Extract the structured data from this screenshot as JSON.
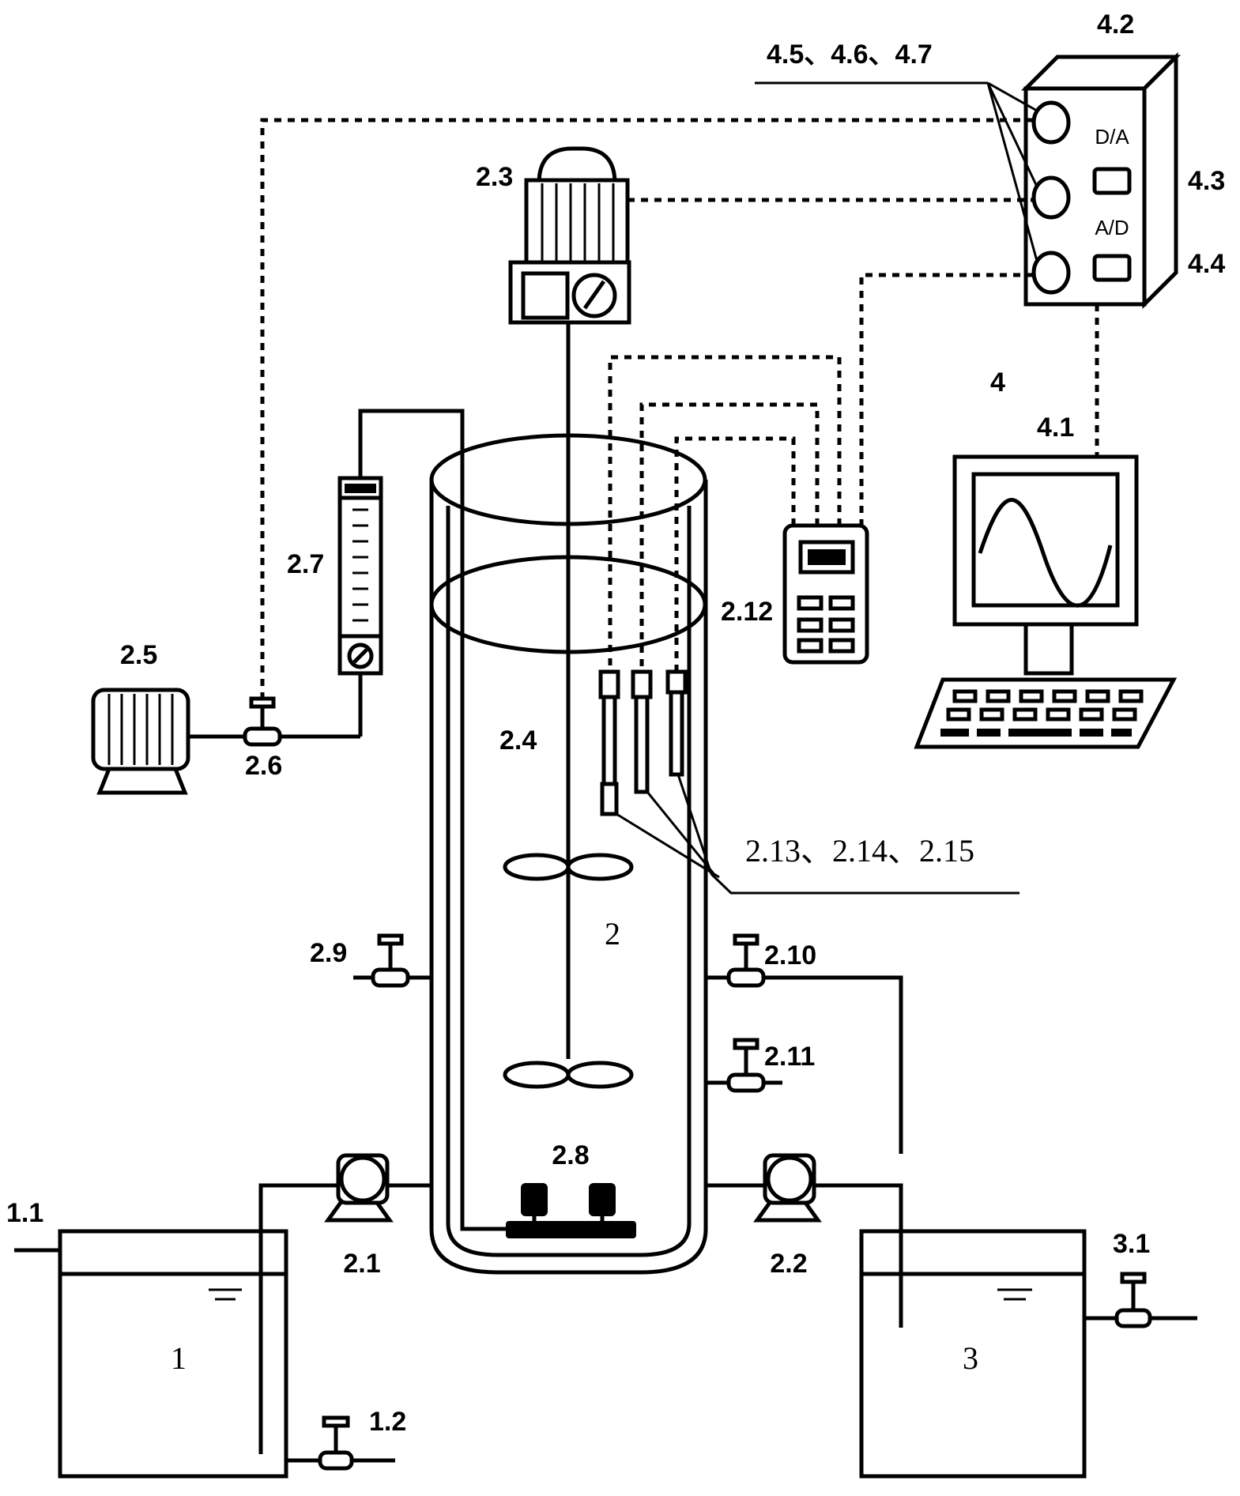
{
  "labels": {
    "tank1": "1",
    "inlet_1_1": "1.1",
    "valve_1_2": "1.2",
    "reactor": "2",
    "pump_2_1": "2.1",
    "pump_2_2": "2.2",
    "motor_2_3": "2.3",
    "mixer_2_4": "2.4",
    "air_pump_2_5": "2.5",
    "valve_2_6": "2.6",
    "flowmeter_2_7": "2.7",
    "diffuser_2_8": "2.8",
    "valve_2_9": "2.9",
    "valve_2_10": "2.10",
    "valve_2_11": "2.11",
    "meter_2_12": "2.12",
    "probes": "2.13、2.14、2.15",
    "tank3": "3",
    "valve_3_1": "3.1",
    "system_4": "4",
    "computer_4_1": "4.1",
    "box_4_2": "4.2",
    "da_4_3": "4.3",
    "ad_4_4": "4.4",
    "ports": "4.5、4.6、4.7",
    "da_text": "D/A",
    "ad_text": "A/D"
  }
}
